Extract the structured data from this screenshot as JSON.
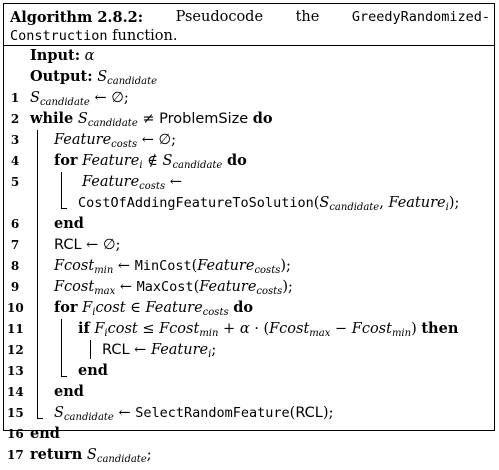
{
  "caption": {
    "label": "Algorithm 2.8.2:",
    "word1": "Pseudocode",
    "word2": "the",
    "fname_part1": "GreedyRandomized-",
    "fname_part2": "Construction",
    "suffix": "function."
  },
  "header": {
    "input_kw": "Input:",
    "input_var": "α",
    "output_kw": "Output:",
    "output_var": "S",
    "output_sub": "candidate"
  },
  "lines": {
    "n1": "1",
    "n2": "2",
    "n3": "3",
    "n4": "4",
    "n5": "5",
    "n6": "6",
    "n7": "7",
    "n8": "8",
    "n9": "9",
    "n10": "10",
    "n11": "11",
    "n12": "12",
    "n13": "13",
    "n14": "14",
    "n15": "15",
    "n16": "16",
    "n17": "17"
  },
  "tokens": {
    "S": "S",
    "candidate": "candidate",
    "assign": "←",
    "empty": "∅",
    "semicolon": ";",
    "while_kw": "while",
    "neq": "≠",
    "problem_size": "ProblemSize",
    "do_kw": "do",
    "feature": "Feature",
    "costs": "costs",
    "for_kw": "for",
    "i": "i",
    "notin": "∉",
    "in": "∈",
    "cost_adding": "CostOfAddingFeatureToSolution",
    "lparen": "(",
    "rparen": ")",
    "comma": ",",
    "end_kw": "end",
    "rcl": "RCL",
    "fcost": "Fcost",
    "min": "min",
    "max": "max",
    "mincost": "MinCost",
    "maxcost": "MaxCost",
    "ficost": "F",
    "cost": "cost",
    "if_kw": "if",
    "then_kw": "then",
    "leq": "≤",
    "plus": "+",
    "alpha": "α",
    "cdot": "·",
    "minus": "−",
    "select_random": "SelectRandomFeature",
    "return_kw": "return"
  }
}
